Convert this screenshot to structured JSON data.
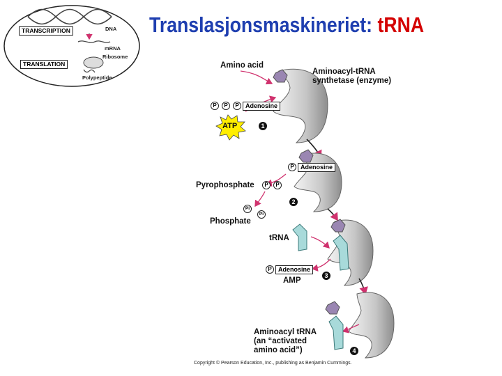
{
  "title": {
    "part1": "Translasjonsmaskineriet: ",
    "part2": "tRNA"
  },
  "inset": {
    "transcription": "TRANSCRIPTION",
    "translation": "TRANSLATION",
    "dna": "DNA",
    "mrna": "mRNA",
    "ribosome": "Ribosome",
    "polypeptide": "Polypeptide"
  },
  "labels": {
    "amino_acid": "Amino acid",
    "synthetase_line1": "Aminoacyl-tRNA",
    "synthetase_line2": "synthetase (enzyme)",
    "atp": "ATP",
    "adenosine": "Adenosine",
    "p": "P",
    "pi": "Pi",
    "pyrophosphate": "Pyrophosphate",
    "phosphate": "Phosphate",
    "trna": "tRNA",
    "amp": "AMP",
    "result_line1": "Aminoacyl tRNA",
    "result_line2": "(an “activated",
    "result_line3": "amino acid”)"
  },
  "steps": [
    "1",
    "2",
    "3",
    "4"
  ],
  "copyright": "Copyright © Pearson Education, Inc., publishing as Benjamin Cummings.",
  "colors": {
    "title_blue": "#1f3fb0",
    "title_red": "#d40000",
    "trna": "#a8dada",
    "enzyme": "#c8c8c8",
    "amino": "#9a86b2",
    "arrow": "#d0326e",
    "atp": "#ffee00"
  }
}
